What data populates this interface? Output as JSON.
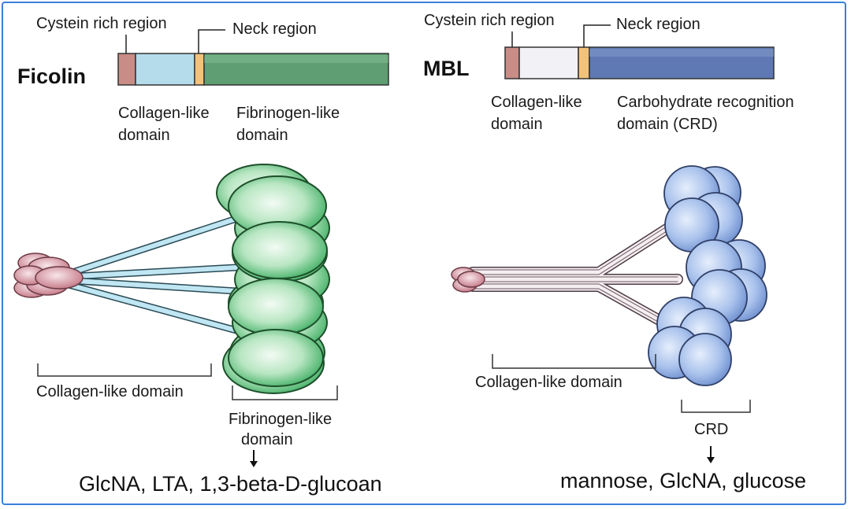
{
  "colors": {
    "frame_border": "#3a7fd6",
    "cysteine": "#c98c86",
    "ficolin_collagen": "#b5dcea",
    "neck": "#f3c27a",
    "fibrinogen": "#5e9e72",
    "mbl_collagen": "#f2f1f6",
    "crd": "#5e79b3",
    "ficolin_head": "#6ecf8a",
    "mbl_head": "#9db8e8",
    "stalk_ficolin": "#bfe6f2",
    "stalk_mbl": "#f5eef0",
    "node": "#d79aa4"
  },
  "ficolin": {
    "title": "Ficolin",
    "top_labels": {
      "cysteine": "Cystein rich region",
      "neck": "Neck region",
      "collagen_1": "Collagen-like",
      "collagen_2": "domain",
      "fibrinogen_1": "Fibrinogen-like",
      "fibrinogen_2": "domain"
    },
    "structure_labels": {
      "collagen": "Collagen-like domain",
      "fibrinogen_1": "Fibrinogen-like",
      "fibrinogen_2": "domain"
    },
    "ligands": "GlcNA, LTA, 1,3-beta-D-glucoan"
  },
  "mbl": {
    "title": "MBL",
    "top_labels": {
      "cysteine": "Cystein rich region",
      "neck": "Neck region",
      "collagen_1": "Collagen-like",
      "collagen_2": "domain",
      "crd_1": "Carbohydrate recognition",
      "crd_2": "domain (CRD)"
    },
    "structure_labels": {
      "collagen": "Collagen-like domain",
      "crd": "CRD"
    },
    "ligands": "mannose, GlcNA, glucose"
  }
}
